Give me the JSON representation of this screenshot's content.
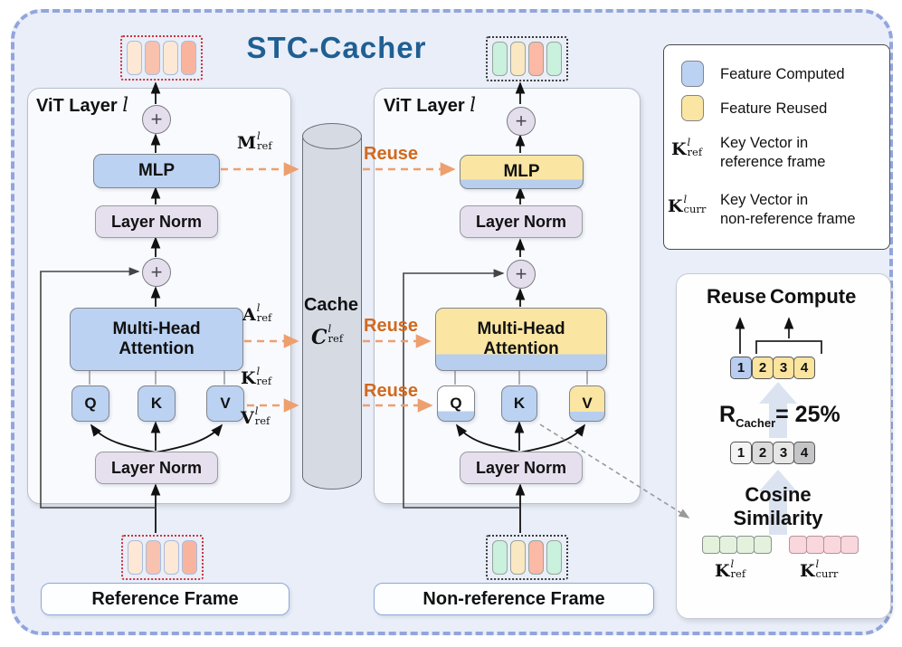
{
  "title": "STC-Cacher",
  "glyphs": {
    "plus": "+"
  },
  "ref": {
    "layer_label": "ViT Layer",
    "layer_var": "l",
    "mlp": "MLP",
    "layer_norm1": "Layer Norm",
    "mha1": "Multi-Head",
    "mha2": "Attention",
    "q": "Q",
    "k": "K",
    "v": "V",
    "layer_norm2": "Layer Norm",
    "frame": "Reference Frame"
  },
  "cur": {
    "layer_label": "ViT Layer",
    "layer_var": "l",
    "mlp": "MLP",
    "layer_norm1": "Layer Norm",
    "mha1": "Multi-Head",
    "mha2": "Attention",
    "q": "Q",
    "k": "K",
    "v": "V",
    "layer_norm2": "Layer Norm",
    "frame": "Non-reference Frame"
  },
  "cache": {
    "label": "Cache",
    "sym": {
      "letter": "C",
      "sup": "l",
      "sub": "ref"
    }
  },
  "reuse1": "Reuse",
  "reuse2": "Reuse",
  "reuse3": "Reuse",
  "vec": {
    "m": {
      "letter": "M",
      "sup": "l",
      "sub": "ref"
    },
    "a": {
      "letter": "A",
      "sup": "l",
      "sub": "ref"
    },
    "k": {
      "letter": "K",
      "sup": "l",
      "sub": "ref"
    },
    "v": {
      "letter": "V",
      "sup": "l",
      "sub": "ref"
    }
  },
  "legend": {
    "computed": "Feature Computed",
    "reused": "Feature Reused",
    "kref": {
      "letter": "K",
      "sup": "l",
      "sub": "ref"
    },
    "kref_desc1": "Key Vector in",
    "kref_desc2": "reference frame",
    "kcurr": {
      "letter": "K",
      "sup": "l",
      "sub": "curr"
    },
    "kcurr_desc1": "Key Vector in",
    "kcurr_desc2": "non-reference frame"
  },
  "ratio": {
    "reuse": "Reuse",
    "compute": "Compute",
    "tokens": [
      "1",
      "2",
      "3",
      "4"
    ],
    "r": "R",
    "r_sub": "Cacher",
    "r_val": "= 25%",
    "cos1": "Cosine",
    "cos2": "Similarity",
    "kref": {
      "letter": "K",
      "sup": "l",
      "sub": "ref"
    },
    "kcurr": {
      "letter": "K",
      "sup": "l",
      "sub": "curr"
    }
  },
  "colors": {
    "bg": "#E9EEF8",
    "border_dash": "#93A5DE",
    "panel_bg": "#F8FAFD",
    "panel_border": "#B9BEC8",
    "blue_box": "#BCD2F2",
    "yellow_box": "#FAE6A2",
    "blue_strip": "#B8CEEF",
    "lavender_box": "#E6E0EE",
    "plus_bg": "#E4DEEC",
    "cylinder": "#D5DAE3",
    "cylinder_border": "#6A6E76",
    "title_blue": "#1F5F93",
    "orange_text": "#D2691E",
    "orange_arrow": "#EE9F6E",
    "block_arrow": "#DCE3F0",
    "red_dotted": "#CC3340",
    "tok_cream": "#FCE8D5",
    "tok_salmon": "#F9C2AE",
    "tok_salmon2": "#F9B49E",
    "tok_mint": "#C9F1DD",
    "tok_creamy": "#FAE8C2",
    "tok_salmon3": "#FBB9A6",
    "tok_blue": "#B9CDF1",
    "tok_yellow": "#FAE49E",
    "grey1": "#F4F4F4",
    "grey2": "#DCDCDC",
    "grey3": "#E7E7E7",
    "grey4": "#C5C5C7",
    "green_sq": "#E4F1DC",
    "pink_sq": "#F9D7DD"
  }
}
